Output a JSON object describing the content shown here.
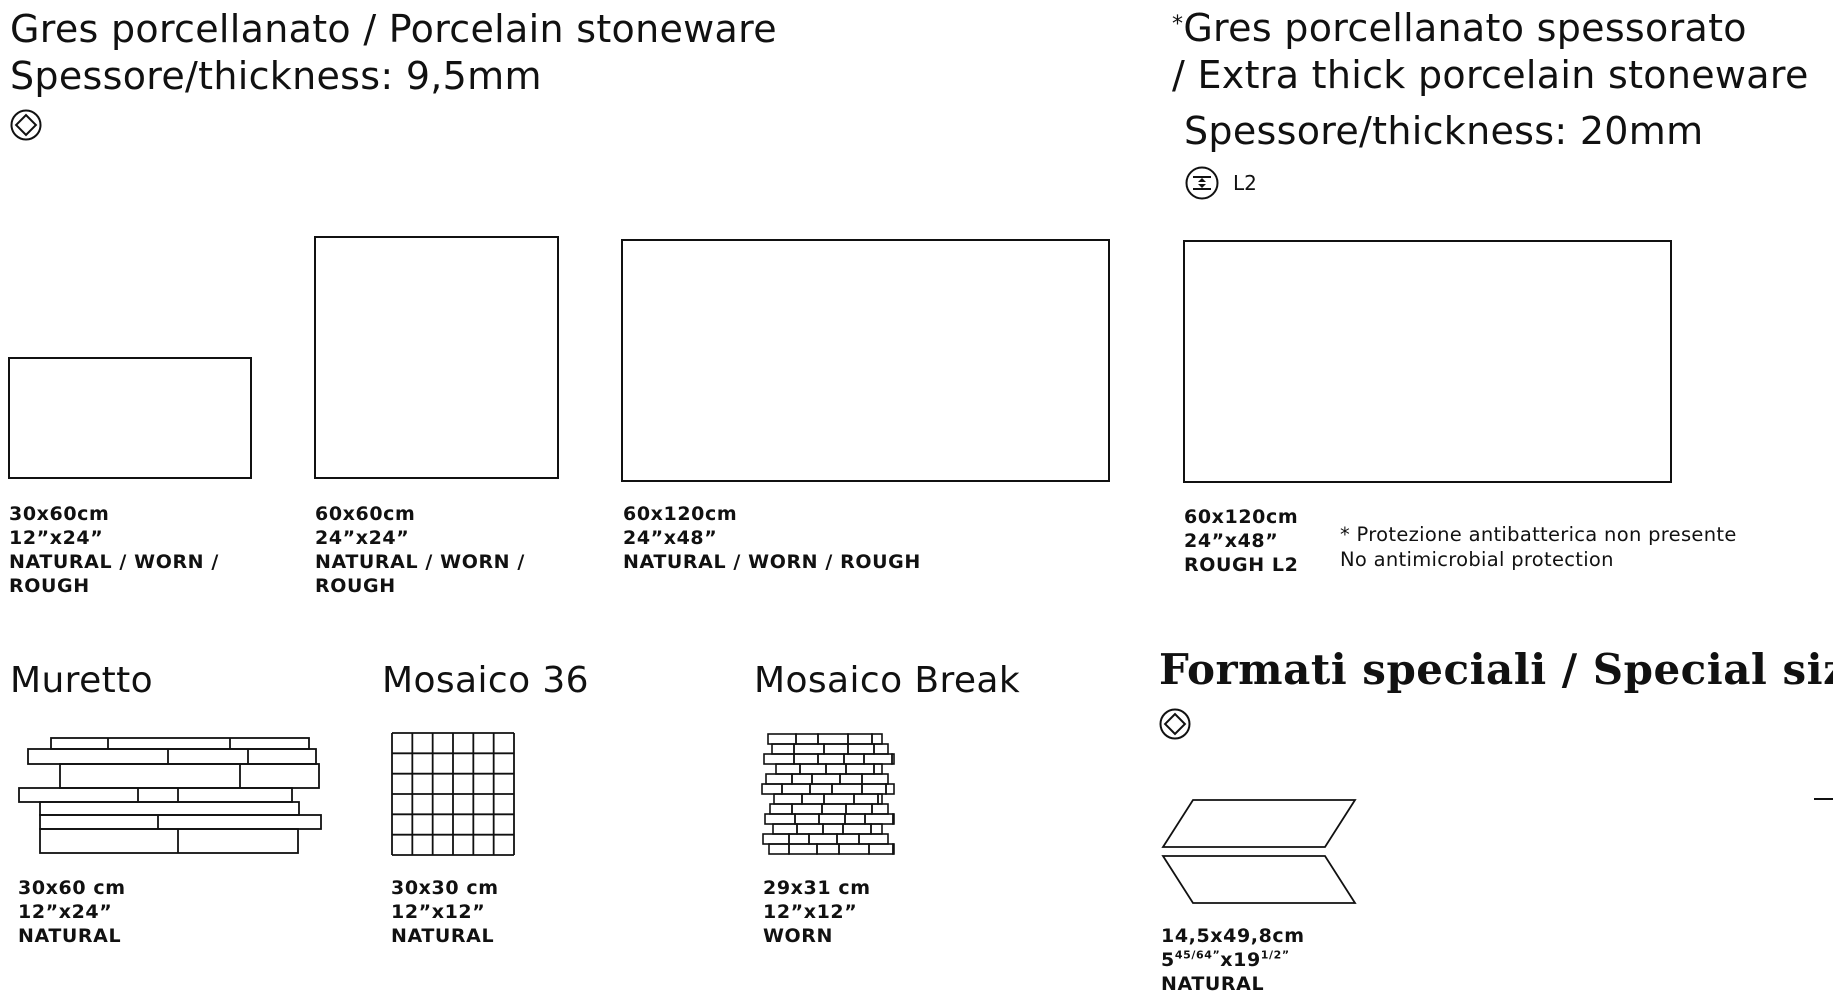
{
  "porcelain": {
    "title_line1": "Gres porcellanato / Porcelain stoneware",
    "title_line2": "Spessore/thickness: 9,5mm",
    "icon": "diamond-in-circle-icon",
    "tiles": [
      {
        "name": "tile-30x60",
        "lines": [
          "30x60cm",
          "12”x24”",
          "NATURAL / WORN /",
          "ROUGH"
        ]
      },
      {
        "name": "tile-60x60",
        "lines": [
          "60x60cm",
          "24”x24”",
          "NATURAL / WORN /",
          "ROUGH"
        ]
      },
      {
        "name": "tile-60x120",
        "lines": [
          "60x120cm",
          "24”x48”",
          "NATURAL / WORN / ROUGH"
        ]
      }
    ]
  },
  "extra_thick": {
    "star": "*",
    "title_line1": "Gres porcellanato spessorato",
    "title_line2": "/ Extra thick porcelain stoneware",
    "title_line3": "Spessore/thickness: 20mm",
    "icon": "extra-thick-tile-icon",
    "icon_label": "L2",
    "tile": {
      "lines": [
        "60x120cm",
        "24”x48”",
        "ROUGH L2"
      ]
    },
    "note_line1": "* Protezione antibatterica non presente",
    "note_line2": "No antimicrobial protection"
  },
  "muretto": {
    "title": "Muretto",
    "lines": [
      "30x60 cm",
      "12”x24”",
      "NATURAL"
    ]
  },
  "mosaico36": {
    "title": "Mosaico 36",
    "lines": [
      "30x30 cm",
      "12”x12”",
      "NATURAL"
    ]
  },
  "mosaico_break": {
    "title": "Mosaico Break",
    "lines": [
      "29x31 cm",
      "12”x12”",
      "WORN"
    ]
  },
  "special": {
    "title": "Formati speciali / Special sizes",
    "icon": "diamond-in-circle-icon",
    "line1": "14,5x49,8cm",
    "line2_base1": "5",
    "line2_sup1": "45/64”",
    "line2_mid": "x19",
    "line2_sup2": "1/2”",
    "line3": "NATURAL"
  }
}
